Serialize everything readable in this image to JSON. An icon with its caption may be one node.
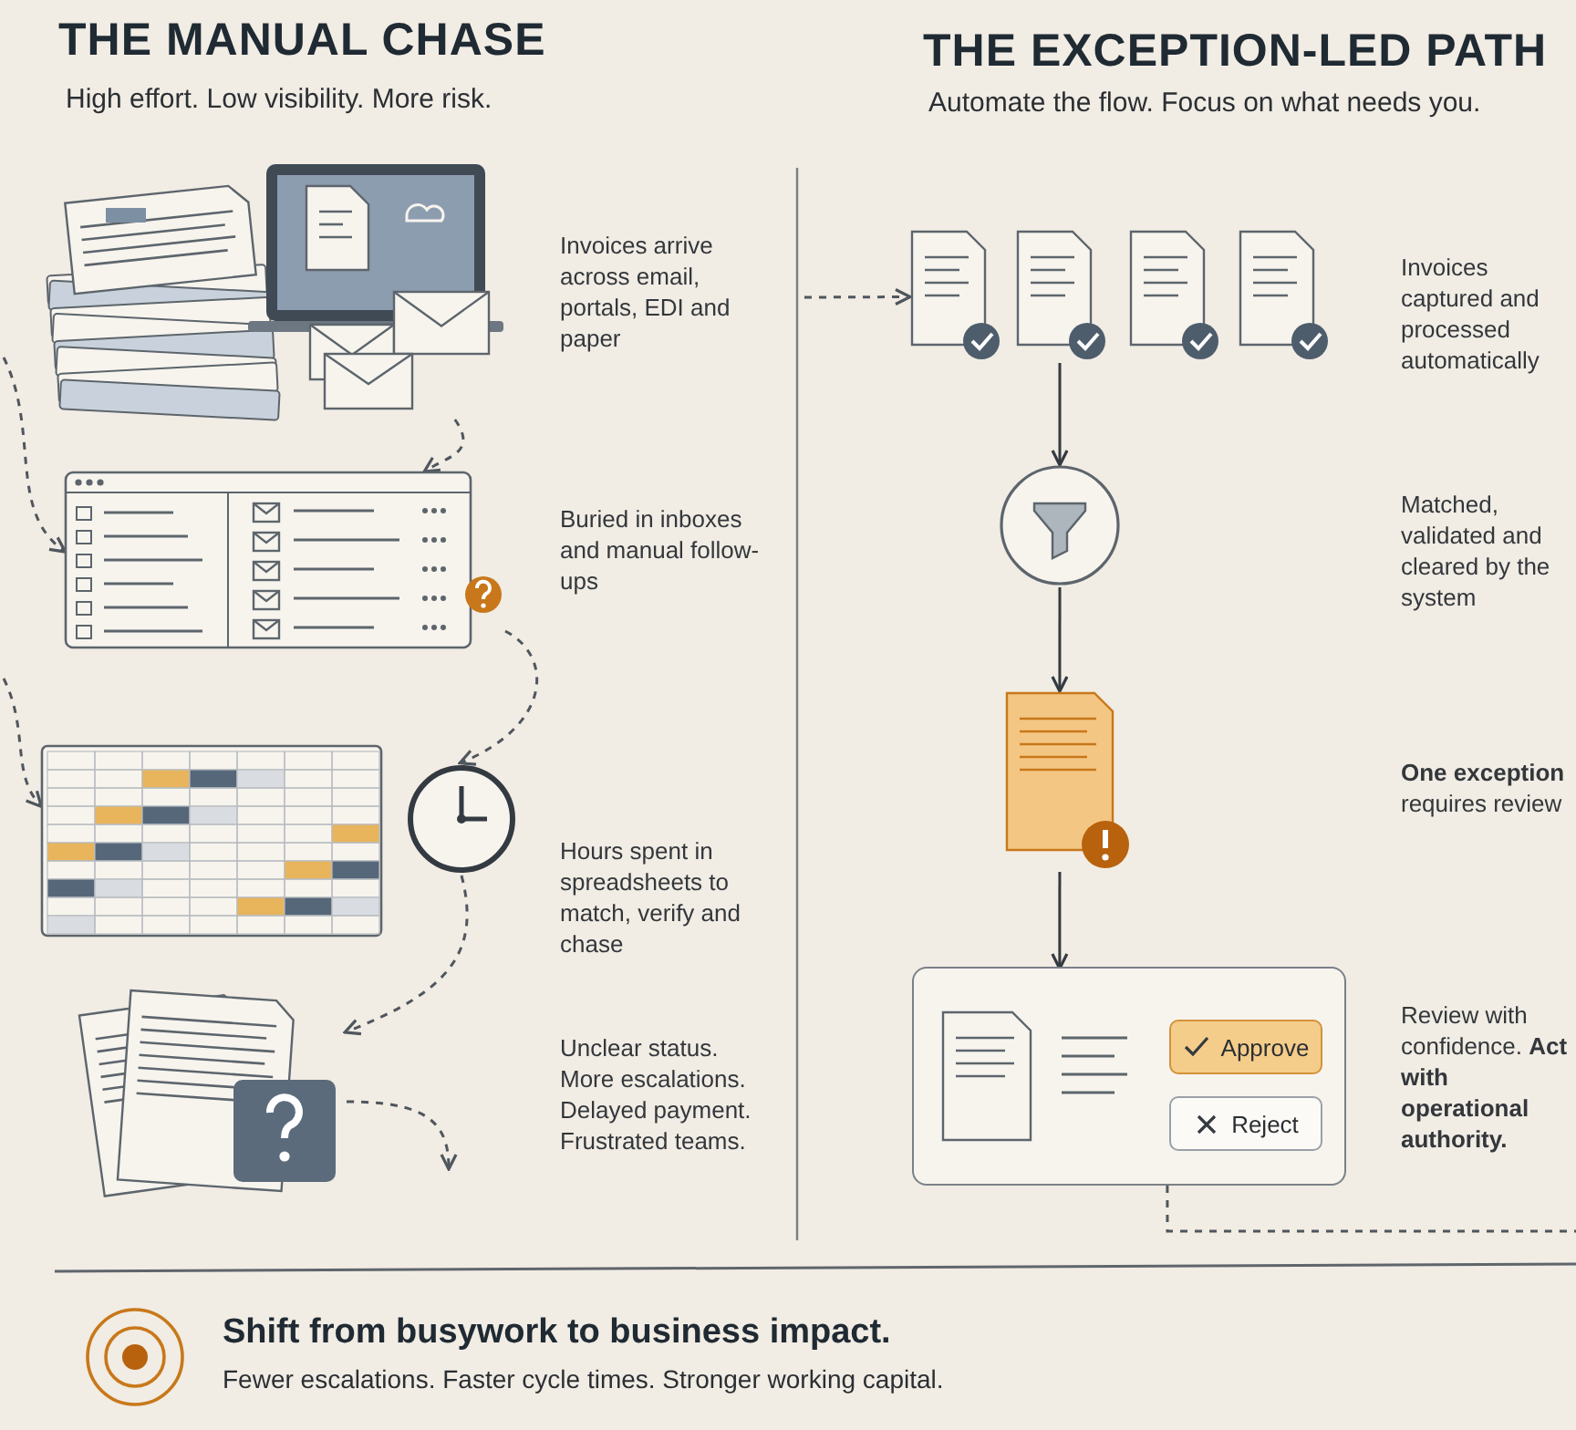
{
  "diagram": {
    "nodes": [
      {
        "text": [],
        "shape": "picture"
      },
      {
        "text": [],
        "shape": "picture"
      },
      {
        "text": [],
        "shape": "picture"
      },
      {
        "text": [],
        "shape": "picture"
      },
      {
        "text": [],
        "shape": "picture"
      },
      {
        "text": [],
        "shape": "picture"
      },
      {
        "text": [],
        "shape": "picture"
      },
      {
        "text": [],
        "shape": "picture"
      },
      {
        "text": [],
        "shape": "picture"
      },
      {
        "text": [],
        "shape": "circle"
      },
      {
        "text": [],
        "shape": "picture"
      },
      {
        "text": [],
        "shape": "box"
      },
      {
        "text": [],
        "shape": "picture",
        "in": 11
      },
      {
        "text": [
          "Approve"
        ],
        "in": 11
      },
      {
        "text": [
          "Reject"
        ],
        "in": 11
      }
    ],
    "edges": [
      {
        "from": 0,
        "to": 1,
        "arrow": "to",
        "style": "dashed"
      },
      {
        "from": null,
        "to": 1,
        "arrow": "to",
        "style": "dashed"
      },
      {
        "from": 1,
        "to": 3,
        "arrow": "to",
        "style": "dashed"
      },
      {
        "from": null,
        "to": 2,
        "arrow": "to",
        "style": "dashed"
      },
      {
        "from": 3,
        "to": 4,
        "arrow": "to",
        "style": "dashed"
      },
      {
        "from": 4,
        "to": null,
        "arrow": "to",
        "style": "dashed"
      },
      {
        "from": null,
        "to": 5,
        "arrow": "to",
        "style": "dashed"
      },
      {
        "from": 6,
        "to": 9,
        "arrow": "to"
      },
      {
        "from": 9,
        "to": 10,
        "arrow": "to"
      },
      {
        "from": 10,
        "to": 11,
        "arrow": "to"
      },
      {
        "from": 11,
        "to": null,
        "arrow": "none",
        "style": "dashed"
      }
    ],
    "labels": [
      "THE MANUAL CHASE",
      "High effort. Low visibility. More risk.",
      "THE EXCEPTION-LED PATH",
      "Automate the flow. Focus on what needs you.",
      "Invoices arrive across email, portals, EDI and paper",
      "Buried in inboxes and manual follow-ups",
      "Hours spent in spreadsheets to match, verify and chase",
      "Unclear status. More escalations. Delayed payment. Frustrated teams.",
      "Invoices captured and processed automatically",
      "Matched, validated and cleared by the system",
      "**One exception** requires review",
      "Review with confidence. **Act with operational authority.**",
      "Shift from busywork to business impact.",
      "Fewer escalations. Faster cycle times. Stronger working capital."
    ]
  }
}
